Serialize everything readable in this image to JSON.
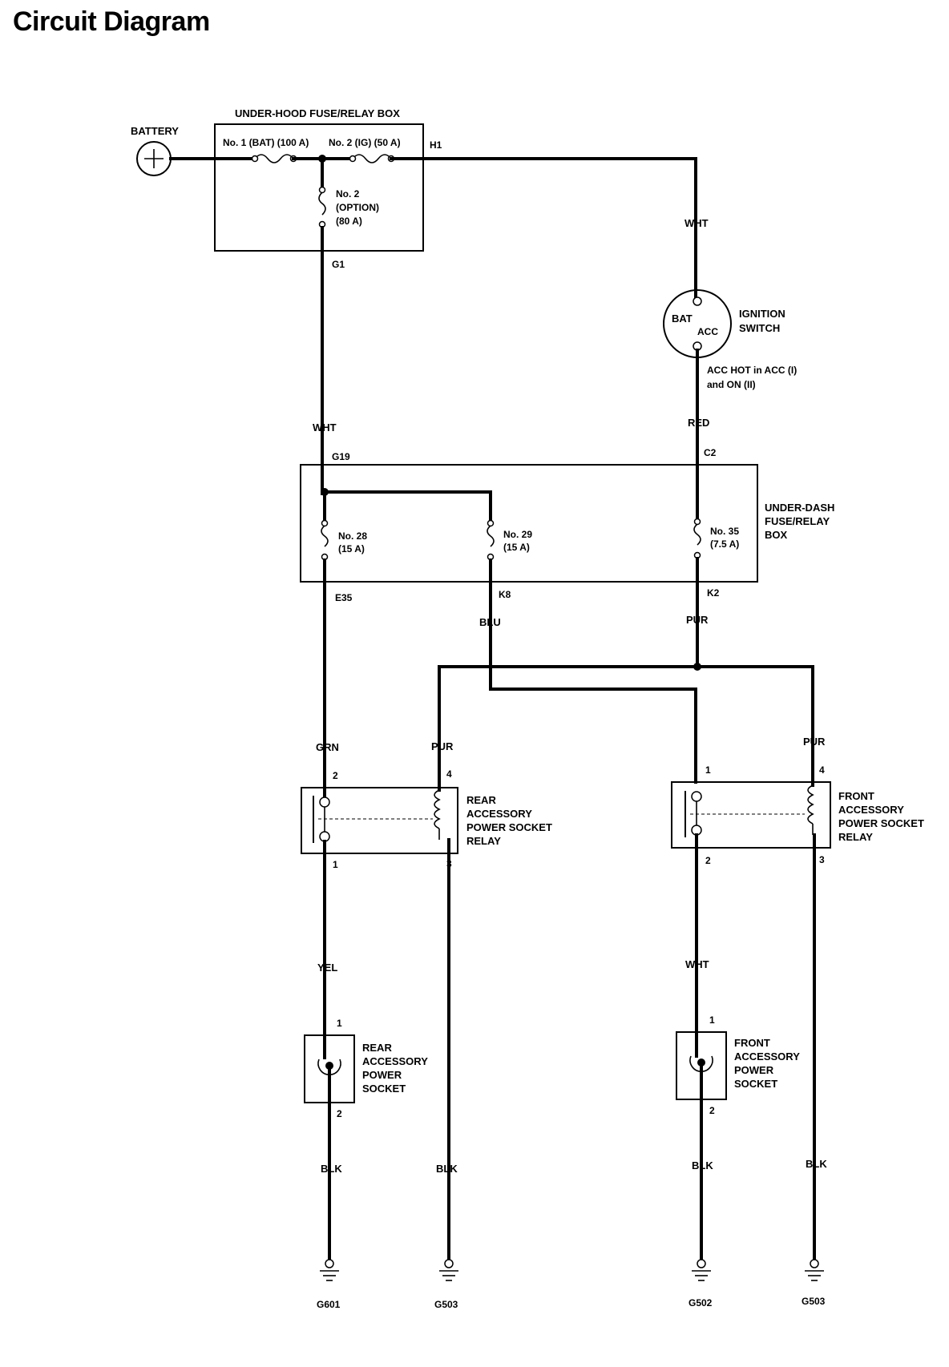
{
  "title": "Circuit Diagram",
  "battery": {
    "label": "BATTERY"
  },
  "under_hood_box": {
    "title": "UNDER-HOOD FUSE/RELAY BOX",
    "fuse1": "No. 1 (BAT) (100 A)",
    "fuse2": "No. 2 (IG) (50 A)",
    "fuse_option": [
      "No. 2",
      "(OPTION)",
      "(80 A)"
    ],
    "terminal_h1": "H1",
    "terminal_g1": "G1"
  },
  "ignition_switch": {
    "label": [
      "IGNITION",
      "SWITCH"
    ],
    "bat": "BAT",
    "acc": "ACC",
    "note": [
      "ACC HOT in ACC (I)",
      "and ON (II)"
    ]
  },
  "under_dash_box": {
    "label": [
      "UNDER-DASH",
      "FUSE/RELAY",
      "BOX"
    ],
    "terminal_g19": "G19",
    "terminal_c2": "C2",
    "fuse28": [
      "No. 28",
      "(15 A)"
    ],
    "fuse29": [
      "No. 29",
      "(15 A)"
    ],
    "fuse35": [
      "No. 35",
      "(7.5 A)"
    ],
    "terminal_e35": "E35",
    "terminal_k8": "K8",
    "terminal_k2": "K2"
  },
  "wires": {
    "wht_top": "WHT",
    "wht_mid": "WHT",
    "red": "RED",
    "blu": "BLU",
    "pur_main": "PUR",
    "grn": "GRN",
    "pur_rear": "PUR",
    "pur_front": "PUR",
    "yel": "YEL",
    "wht_front": "WHT",
    "blk_1": "BLK",
    "blk_2": "BLK",
    "blk_3": "BLK",
    "blk_4": "BLK"
  },
  "rear_relay": {
    "label": [
      "REAR",
      "ACCESSORY",
      "POWER SOCKET",
      "RELAY"
    ],
    "pins": [
      "2",
      "4",
      "1",
      "3"
    ]
  },
  "front_relay": {
    "label": [
      "FRONT",
      "ACCESSORY",
      "POWER SOCKET",
      "RELAY"
    ],
    "pins": [
      "1",
      "4",
      "2",
      "3"
    ]
  },
  "rear_socket": {
    "label": [
      "REAR",
      "ACCESSORY",
      "POWER",
      "SOCKET"
    ],
    "pins": [
      "1",
      "2"
    ]
  },
  "front_socket": {
    "label": [
      "FRONT",
      "ACCESSORY",
      "POWER",
      "SOCKET"
    ],
    "pins": [
      "1",
      "2"
    ]
  },
  "grounds": [
    "G601",
    "G503",
    "G502",
    "G503"
  ]
}
